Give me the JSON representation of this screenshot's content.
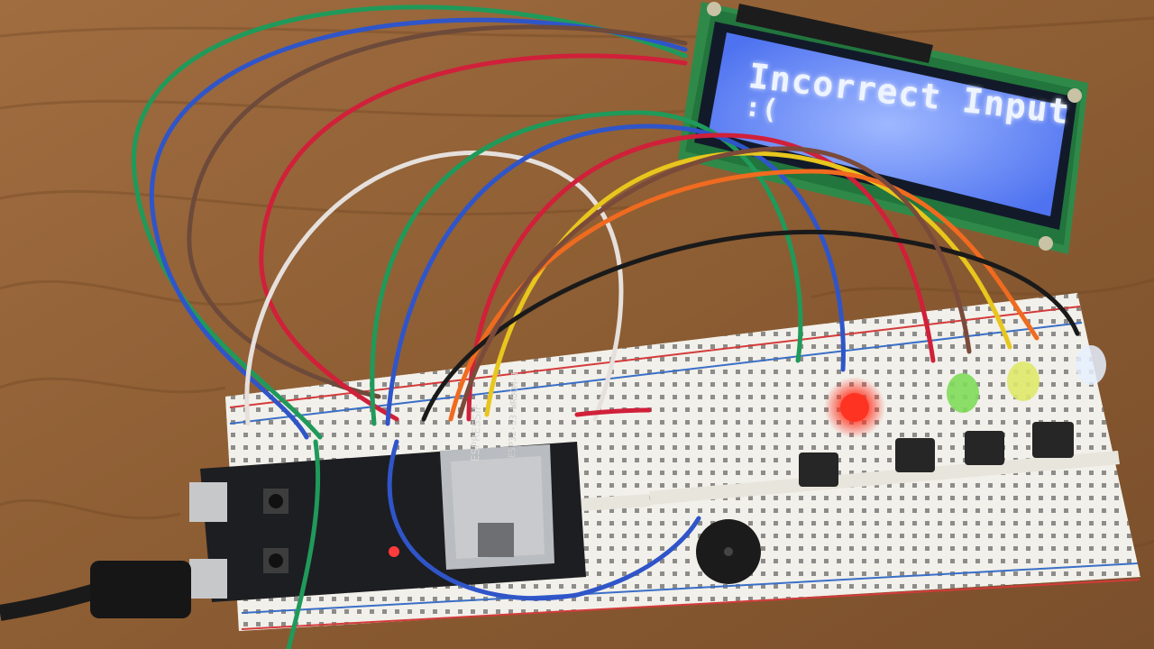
{
  "scene": {
    "lcd": {
      "line1": "Incorrect Input",
      "line2": ":(",
      "backlight_color": "#5e86ff"
    },
    "module": {
      "brand": "ESPRESSIF",
      "model": "ESP32-S3-WROOM-1"
    },
    "led_colors": {
      "red": "#ff2a1a",
      "green": "#7fdc5a",
      "yellow": "#dfe86a",
      "white": "#e6f0ff"
    },
    "wire_colors": [
      "green",
      "blue",
      "brown",
      "red",
      "white",
      "yellow",
      "orange",
      "black"
    ]
  }
}
